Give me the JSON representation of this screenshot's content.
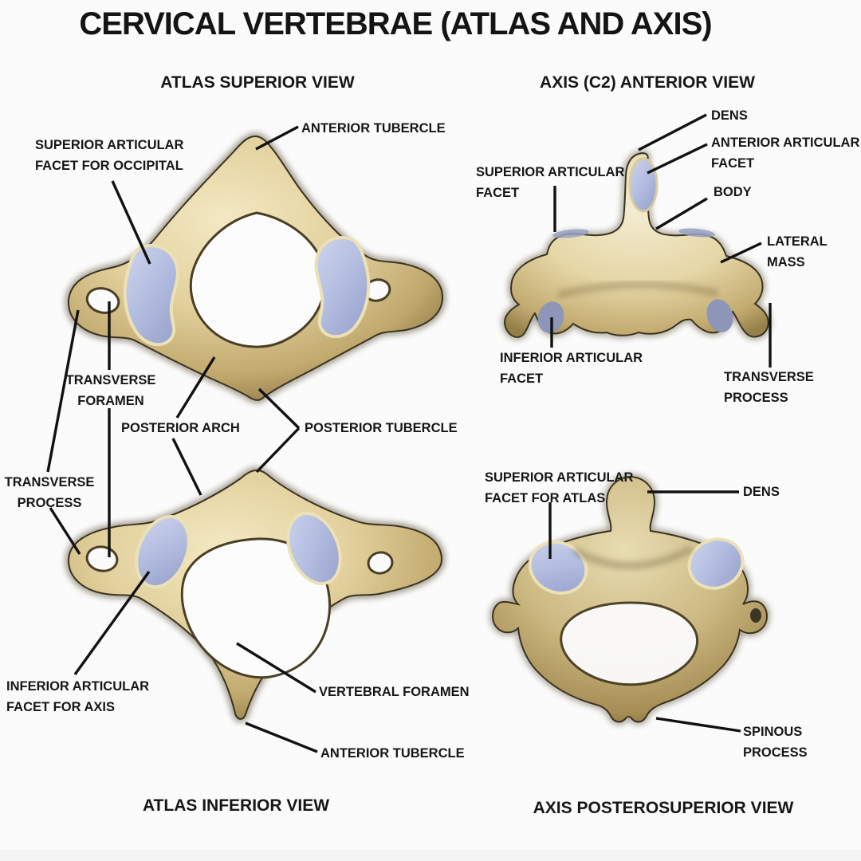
{
  "title": "CERVICAL VERTEBRAE (ATLAS AND AXIS)",
  "views": {
    "atlas_superior": {
      "caption": "ATLAS SUPERIOR VIEW",
      "labels": {
        "anterior_tubercle": "ANTERIOR TUBERCLE",
        "superior_articular_facet": "SUPERIOR ARTICULAR\nFACET FOR OCCIPITAL",
        "transverse_foramen": "TRANSVERSE\nFORAMEN",
        "transverse_process": "TRANSVERSE\nPROCESS",
        "posterior_arch": "POSTERIOR ARCH",
        "posterior_tubercle": "POSTERIOR TUBERCLE"
      }
    },
    "axis_anterior": {
      "caption": "AXIS (C2) ANTERIOR VIEW",
      "labels": {
        "dens": "DENS",
        "anterior_articular_facet": "ANTERIOR ARTICULAR\nFACET",
        "superior_articular_facet": "SUPERIOR ARTICULAR\nFACET",
        "body": "BODY",
        "lateral_mass": "LATERAL MASS",
        "inferior_articular_facet": "INFERIOR ARTICULAR\nFACET",
        "transverse_process": "TRANSVERSE PROCESS"
      }
    },
    "atlas_inferior": {
      "caption": "ATLAS INFERIOR VIEW",
      "labels": {
        "inferior_articular_facet": "INFERIOR ARTICULAR\nFACET FOR AXIS",
        "vertebral_foramen": "VERTEBRAL FORAMEN",
        "anterior_tubercle": "ANTERIOR TUBERCLE"
      }
    },
    "axis_posterosuperior": {
      "caption": "AXIS POSTEROSUPERIOR VIEW",
      "labels": {
        "superior_articular_facet": "SUPERIOR ARTICULAR\nFACET FOR ATLAS",
        "dens": "DENS",
        "spinous_process": "SPINOUS PROCESS"
      }
    }
  },
  "colors": {
    "background": "#fbfbfb",
    "bone_highlight": "#f2e7c0",
    "bone_mid": "#d9c58d",
    "bone_shadow": "#8a7443",
    "bone_outline": "#3b3220",
    "facet_blue": "#b4bce0",
    "facet_blue_dark": "#8d96b8",
    "facet_rim": "#ece1b6",
    "label_text": "#161616",
    "leader_line": "#111111"
  }
}
